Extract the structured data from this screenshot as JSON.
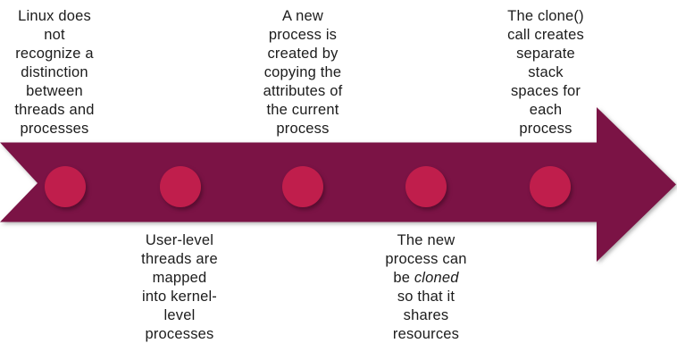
{
  "colors": {
    "arrow_fill": "#7B1345",
    "dot_fill": "#C01E4C",
    "text": "#1C1C1C",
    "background": "#FFFFFF"
  },
  "timeline": {
    "steps": [
      {
        "position": "top",
        "label": "Linux does\nnot\nrecognize a\ndistinction\nbetween\nthreads and\nprocesses"
      },
      {
        "position": "bottom",
        "label": "User-level\nthreads are\nmapped\ninto kernel-\nlevel\nprocesses"
      },
      {
        "position": "top",
        "label": "A new\nprocess is\ncreated by\ncopying the\nattributes of\nthe current\nprocess"
      },
      {
        "position": "bottom",
        "label_before_italic": "The new\nprocess can\nbe ",
        "italic_word": "cloned",
        "label_after_italic": "\nso that it\nshares\nresources"
      },
      {
        "position": "top",
        "label": "The clone()\ncall creates\nseparate\nstack\nspaces for\neach\nprocess"
      }
    ]
  }
}
